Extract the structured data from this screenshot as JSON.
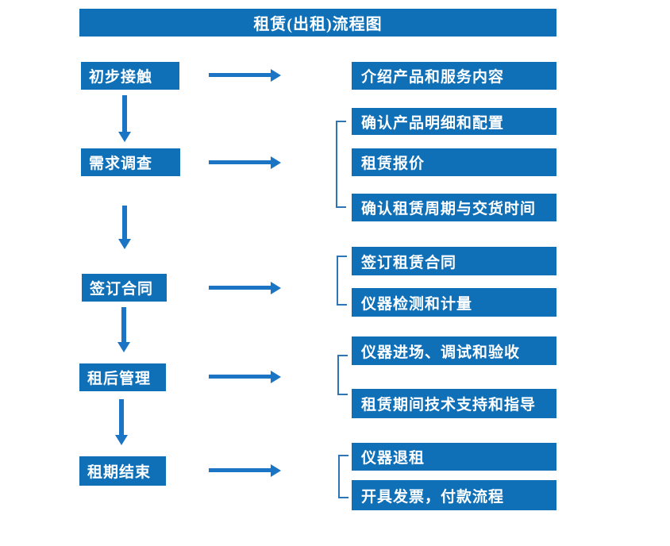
{
  "title": "租赁(出租)流程图",
  "colors": {
    "box_blue": "#0F70B8",
    "arrow_blue": "#1B74C4",
    "bracket_blue": "#2E75B6",
    "text_white": "#FFFFFF",
    "background": "#FFFFFF"
  },
  "steps": [
    {
      "label": "初步接触",
      "children": [
        "介绍产品和服务内容"
      ]
    },
    {
      "label": "需求调查",
      "children": [
        "确认产品明细和配置",
        "租赁报价",
        "确认租赁周期与交货时间"
      ]
    },
    {
      "label": "签订合同",
      "children": [
        "签订租赁合同",
        "仪器检测和计量"
      ]
    },
    {
      "label": "租后管理",
      "children": [
        "仪器进场、调试和验收",
        "租赁期间技术支持和指导"
      ]
    },
    {
      "label": "租期结束",
      "children": [
        "仪器退租",
        "开具发票，付款流程"
      ]
    }
  ]
}
